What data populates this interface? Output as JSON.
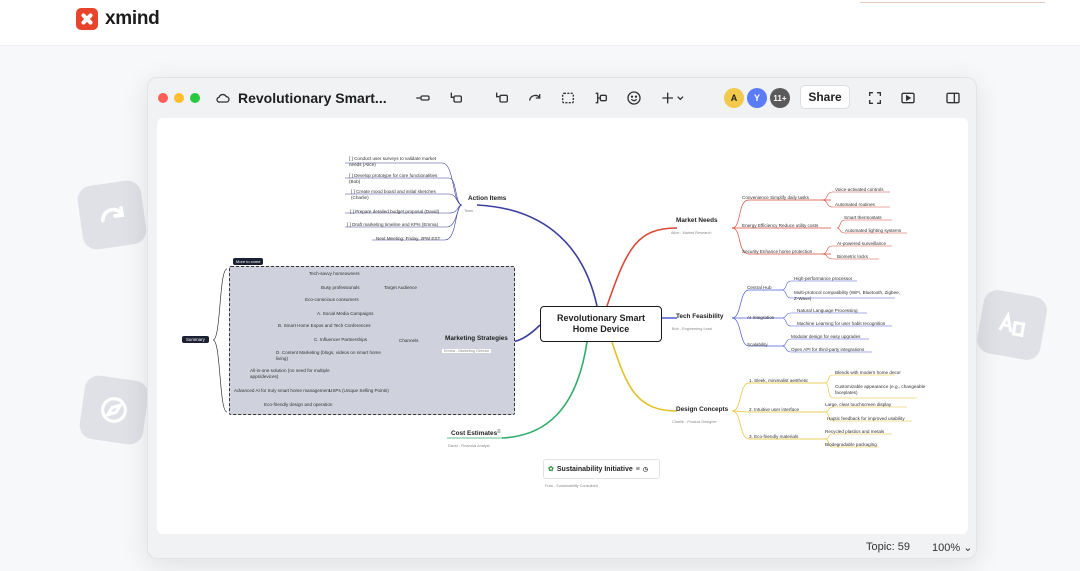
{
  "site": {
    "logo_text": "xmind",
    "brand_color": "#e8442b"
  },
  "window": {
    "title": "Revolutionary Smart...",
    "traffic_lights": [
      "#ff5f57",
      "#febc2e",
      "#28c840"
    ],
    "toolbar_icons": [
      "subtopic-icon",
      "topic-icon",
      "floating-topic-icon",
      "relationship-icon",
      "boundary-icon",
      "summary-icon",
      "emoji-icon",
      "insert-icon"
    ],
    "collaborators": [
      {
        "label": "A",
        "color": "#f2c94c"
      },
      {
        "label": "Y",
        "color": "#5b7cf7"
      },
      {
        "label": "11+",
        "color": "#5a5a5a"
      }
    ],
    "share_label": "Share",
    "topic_count": "Topic: 59",
    "zoom": "100%"
  },
  "map": {
    "central": "Revolutionary Smart Home Device",
    "branches": {
      "action_items": {
        "title": "Action Items",
        "sub": "Team",
        "color": "#3b3fa0",
        "items": [
          "[ ] Conduct user surveys to validate market needs (Alice)",
          "[ ] Develop prototype for core functionalities (Bob)",
          "[ ] Create mood board and initial sketches (Charlie)",
          "[ ] Prepare detailed budget proposal (David)",
          "[ ] Draft marketing timeline and KPIs (Emma)",
          "Next Meeting: Friday, 2PM EST"
        ]
      },
      "market_needs": {
        "title": "Market Needs",
        "sub": "Alice - Market Research",
        "color": "#d94a3a",
        "groups": [
          {
            "label": "Convenience Simplify daily tasks",
            "items": [
              "Voice-activated controls",
              "Automated routines"
            ]
          },
          {
            "label": "Energy Efficiency Reduce utility costs",
            "items": [
              "Smart thermostats",
              "Automated lighting systems"
            ]
          },
          {
            "label": "Security Enhance home protection",
            "items": [
              "AI-powered surveillance",
              "Biometric locks"
            ]
          }
        ]
      },
      "tech_feasibility": {
        "title": "Tech Feasibility",
        "sub": "Bob - Engineering Lead",
        "color": "#4a5cd6",
        "groups": [
          {
            "label": "Central Hub",
            "items": [
              "High-performance processor",
              "Multi-protocol compatibility (WiFi, Bluetooth, Zigbee, Z-Wave)"
            ]
          },
          {
            "label": "AI Integration",
            "items": [
              "Natural Language Processing",
              "Machine Learning for user habit recognition"
            ]
          },
          {
            "label": "Scalability",
            "items": [
              "Modular design for easy upgrades",
              "Open API for third-party integrations"
            ]
          }
        ]
      },
      "design_concepts": {
        "title": "Design Concepts",
        "sub": "Charlie - Product Designer",
        "color": "#e3c02a",
        "groups": [
          {
            "label": "1. Sleek, minimalist aesthetic",
            "items": [
              "Blends with modern home decor",
              "Customizable appearance (e.g., changeable faceplates)"
            ]
          },
          {
            "label": "2. Intuitive user interface",
            "items": [
              "Large, clear touchscreen display",
              "Haptic feedback for improved usability"
            ]
          },
          {
            "label": "3. Eco-friendly materials",
            "items": [
              "Recycled plastics and metals",
              "Biodegradable packaging"
            ]
          }
        ]
      },
      "marketing": {
        "title": "Marketing Strategies",
        "sub": "Emma - Marketing Director",
        "color": "#3b3fa0",
        "tag": "More to come",
        "summary": "Summary",
        "groups": [
          {
            "label": "Target Audience",
            "items": [
              "Tech-savvy homeowners",
              "Busy professionals",
              "Eco-conscious consumers"
            ]
          },
          {
            "label": "Channels",
            "items": [
              "A.   Social Media Campaigns",
              "B.   Smart Home Expos and Tech Conferences",
              "C.   Influencer Partnerships",
              "D.   Content Marketing (blogs, videos on smart home living)"
            ]
          },
          {
            "label": "USPs (Unique Selling Points)",
            "items": [
              "All-in-one solution (no need for multiple apps/devices)",
              "Advanced AI for truly smart home management",
              "Eco-friendly design and operation"
            ]
          }
        ]
      },
      "cost": {
        "title": "Cost Estimates",
        "sub": "David - Financial Analyst",
        "color": "#2fae6a"
      },
      "sustain": {
        "title": "Sustainability Initiative",
        "sub": "Fran - Sustainability Consultant"
      }
    }
  }
}
